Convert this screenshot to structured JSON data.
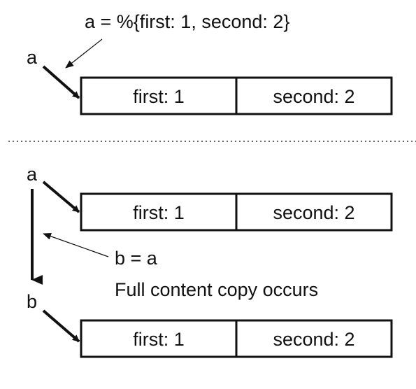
{
  "top": {
    "assignment": "a = %{first: 1, second: 2}",
    "var_a": "a",
    "map": {
      "first": "first: 1",
      "second": "second: 2"
    }
  },
  "bottom": {
    "var_a": "a",
    "var_b": "b",
    "assignment": "b = a",
    "note": "Full content copy occurs",
    "map_a": {
      "first": "first: 1",
      "second": "second: 2"
    },
    "map_b": {
      "first": "first: 1",
      "second": "second: 2"
    }
  }
}
